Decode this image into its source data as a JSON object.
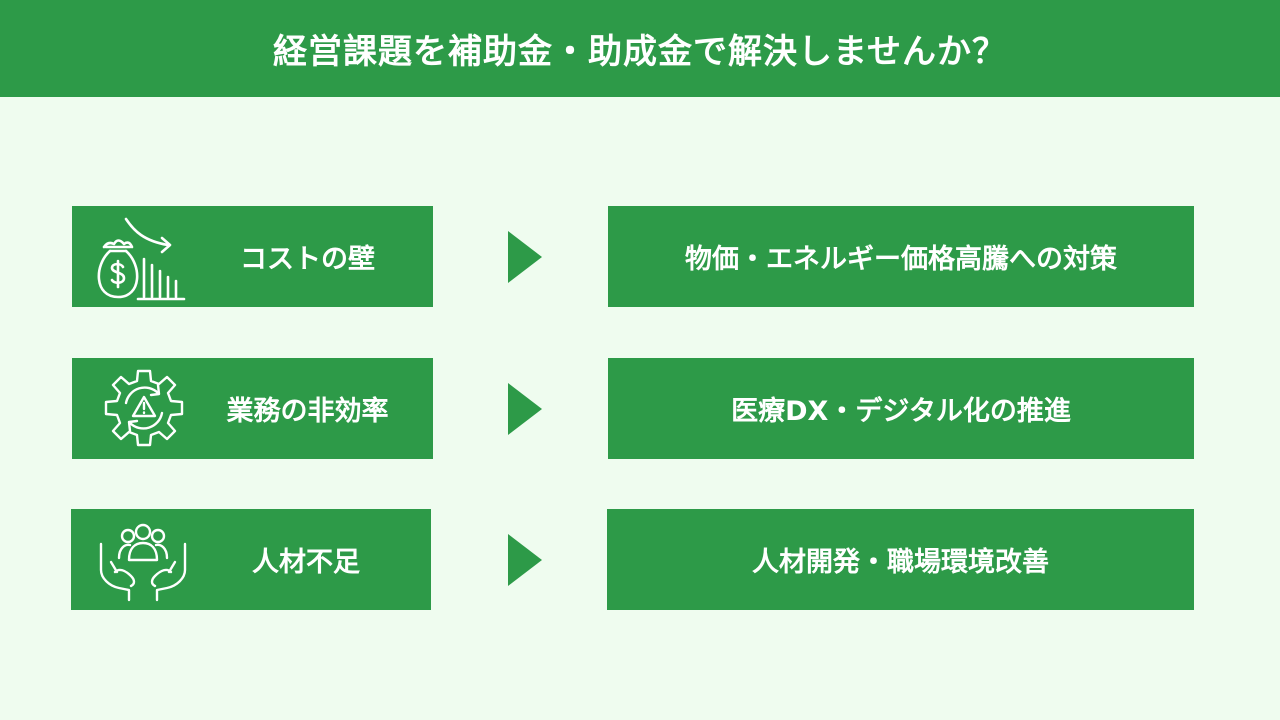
{
  "header": {
    "title": "経営課題を補助金・助成金で解決しませんか？"
  },
  "rows": [
    {
      "problem": "コストの壁",
      "icon": "money-bag-declining-chart-icon",
      "solution": "物価・エネルギー価格高騰への対策"
    },
    {
      "problem": "業務の非効率",
      "icon": "gear-warning-icon",
      "solution": "医療DX・デジタル化の推進"
    },
    {
      "problem": "人材不足",
      "icon": "hands-holding-people-icon",
      "solution": "人材開発・職場環境改善"
    }
  ],
  "colors": {
    "background": "#effcef",
    "accent": "#2d9a48",
    "text": "#ffffff"
  }
}
